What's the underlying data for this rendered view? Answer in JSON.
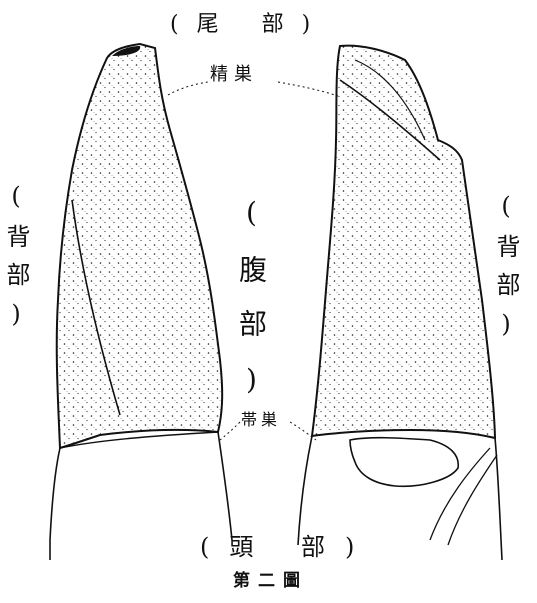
{
  "figure": {
    "caption": "第二圖",
    "labels": {
      "top": "(尾 部)",
      "bottom": "(頭 部)",
      "left_side": "(背部)",
      "right_side": "(背部)",
      "middle": "(腹部)",
      "seika": "精巣",
      "taigyo": "帯巣"
    },
    "colors": {
      "ink": "#111111",
      "paper": "#ffffff"
    }
  }
}
